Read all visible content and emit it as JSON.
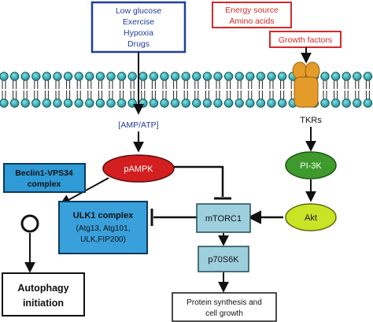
{
  "stress_box": {
    "lines": [
      "Low glucose",
      "Exercise",
      "Hypoxia",
      "Drugs"
    ],
    "border_color": "#1f3f9a",
    "text_color": "#1f3f9a"
  },
  "energy_box": {
    "lines": [
      "Energy source",
      "Amino acids"
    ],
    "border_color": "#d42a2a",
    "text_color": "#d42a2a"
  },
  "growth_box": {
    "label": "Growth factors",
    "border_color": "#d42a2a",
    "text_color": "#d42a2a"
  },
  "amp_atp": {
    "label": "[AMP/ATP]",
    "color": "#1f3f9a"
  },
  "tkrs": {
    "label": "TKRs"
  },
  "pampk": {
    "label": "pAMPK",
    "fill": "#d31f1f",
    "text_color": "#ffffff"
  },
  "beclin": {
    "lines": [
      "Beclin1-VPS34",
      "complex"
    ],
    "fill": "#2e9ad6"
  },
  "ulk1": {
    "title": "ULK1 complex",
    "lines": [
      "(Atg13, Atg101,",
      "ULK,FIP200)"
    ],
    "fill": "#3aa0dc"
  },
  "mtorc1": {
    "label": "mTORC1",
    "fill": "#9ecfdc"
  },
  "p70s6k": {
    "label": "p70S6K",
    "fill": "#9ecfdc"
  },
  "pi3k": {
    "label": "PI-3K",
    "fill": "#3e9a2c",
    "text_color": "#ffffff"
  },
  "akt": {
    "label": "Akt",
    "fill": "#c9e326"
  },
  "autophagy": {
    "lines": [
      "Autophagy",
      "initiation"
    ]
  },
  "protein": {
    "lines": [
      "Protein synthesis and",
      "cell growth"
    ]
  },
  "colors": {
    "membrane_head": "#27a6ad",
    "membrane_head_stroke": "#0d5457",
    "receptor": "#e59b2a",
    "arrow": "#111111"
  }
}
